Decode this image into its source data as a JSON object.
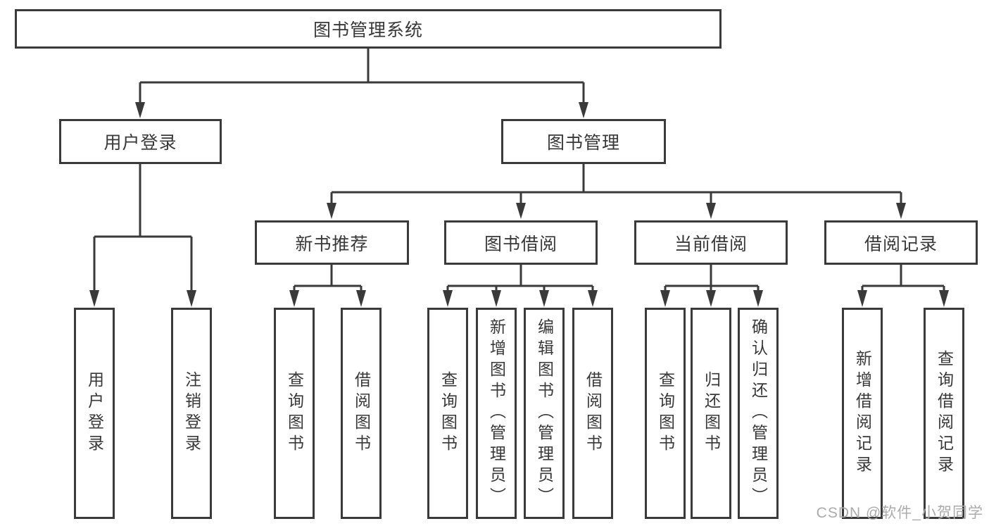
{
  "diagram": {
    "root": {
      "label": "图书管理系统"
    },
    "branches": [
      {
        "label": "用户登录",
        "children": [
          {
            "label": "用户登录"
          },
          {
            "label": "注销登录"
          }
        ]
      },
      {
        "label": "图书管理",
        "children": [
          {
            "label": "新书推荐",
            "children": [
              {
                "label": "查询图书"
              },
              {
                "label": "借阅图书"
              }
            ]
          },
          {
            "label": "图书借阅",
            "children": [
              {
                "label": "查询图书"
              },
              {
                "label": "新增图书（管理员）"
              },
              {
                "label": "编辑图书（管理员）"
              },
              {
                "label": "借阅图书"
              }
            ]
          },
          {
            "label": "当前借阅",
            "children": [
              {
                "label": "查询图书"
              },
              {
                "label": "归还图书"
              },
              {
                "label": "确认归还（管理员）"
              }
            ]
          },
          {
            "label": "借阅记录",
            "children": [
              {
                "label": "新增借阅记录"
              },
              {
                "label": "查询借阅记录"
              }
            ]
          }
        ]
      }
    ]
  },
  "watermark": {
    "text": "CSDN @软件_小贺同学",
    "color": "#ababab"
  },
  "colors": {
    "line": "#3a3a3a",
    "border": "#3a3a3a",
    "text": "#383838",
    "background": "#ffffff",
    "box_fill": "#ffffff"
  }
}
